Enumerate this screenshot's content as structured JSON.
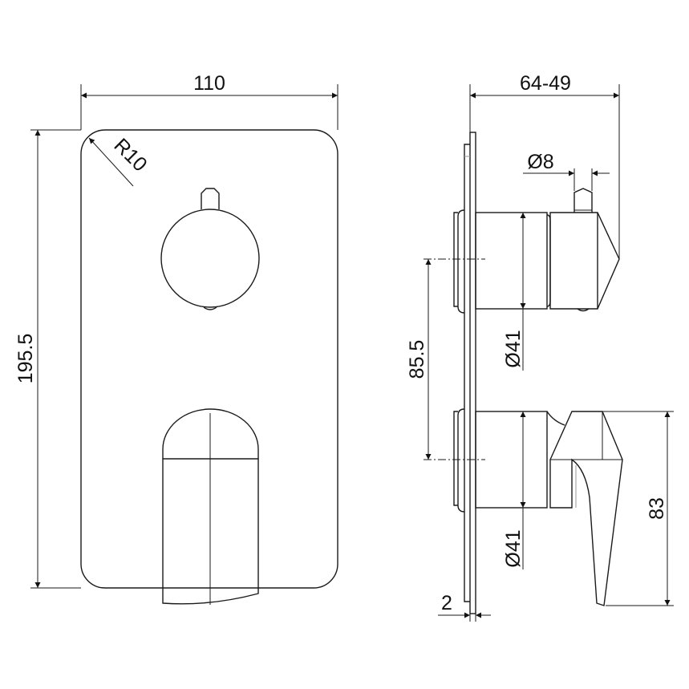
{
  "drawing": {
    "front_view": {
      "width_dim": "110",
      "height_dim": "195.5",
      "corner_radius_dim": "R10"
    },
    "side_view": {
      "depth_dim": "64-49",
      "pin_diameter_dim": "Ø8",
      "axis_spacing_dim": "85.5",
      "upper_body_diameter_dim": "Ø41",
      "lower_body_diameter_dim": "Ø41",
      "lever_height_dim": "83",
      "plate_thickness_dim": "2"
    },
    "colors": {
      "line": "#1a1a1a",
      "background": "#ffffff"
    }
  }
}
